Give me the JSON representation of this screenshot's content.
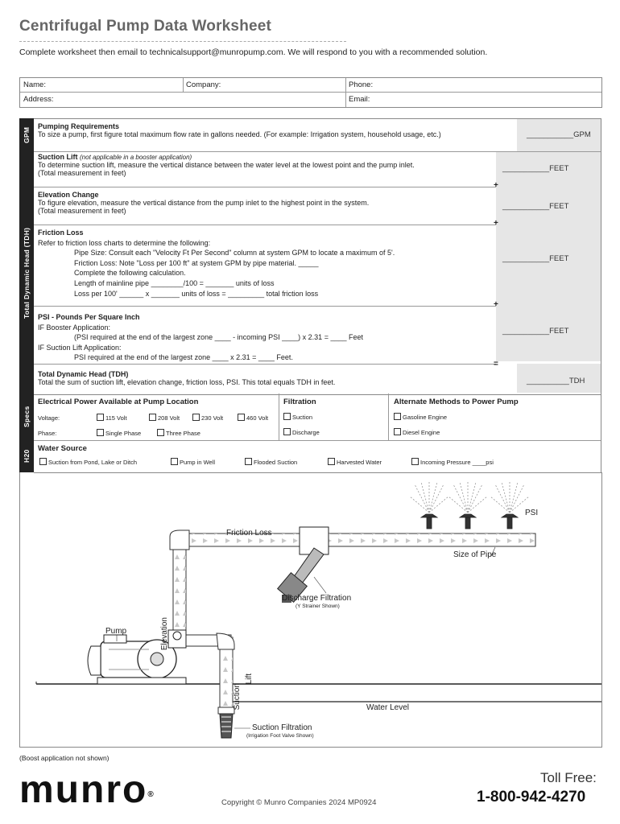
{
  "header": {
    "title": "Centrifugal Pump Data Worksheet",
    "intro": "Complete worksheet then email to technicalsupport@munropump.com. We will respond to you with a recommended solution."
  },
  "contact": {
    "name": "Name:",
    "company": "Company:",
    "phone": "Phone:",
    "address": "Address:",
    "email": "Email:"
  },
  "tabs": {
    "gpm": "GPM",
    "tdh": "Total Dynamic Head (TDH)",
    "specs": "Specs",
    "h2o": "H20"
  },
  "pumping": {
    "title": "Pumping Requirements",
    "text": "To size a pump, first figure total maximum flow rate in gallons needed. (For example: Irrigation system, household usage, etc.)",
    "answer": "___________GPM"
  },
  "suction": {
    "title": "Suction Lift",
    "note": "(not applicable in a booster application)",
    "line1": "To determine suction lift, measure the vertical distance between the water level at the lowest point and the pump inlet.",
    "line2": "(Total measurement in feet)",
    "answer": "___________FEET"
  },
  "elevation": {
    "title": "Elevation Change",
    "line1": "To figure elevation, measure the vertical distance from the pump inlet to the highest point in the system.",
    "line2": "(Total measurement in feet)",
    "answer": "___________FEET"
  },
  "friction": {
    "title": "Friction Loss",
    "line1": "Refer to friction loss charts to determine the following:",
    "line2": "Pipe Size: Consult each \"Velocity Ft Per Second\" column at system GPM to locate a maximum of 5'.",
    "line3": "Friction Loss: Note \"Loss per 100 ft\" at system GPM by pipe material. _____",
    "line4": "Complete the following calculation.",
    "line5": "Length of mainline pipe ________/100 = _______ units of loss",
    "line6": "Loss per 100' ______ x _______ units of loss = _________ total friction loss",
    "answer": "___________FEET"
  },
  "psi": {
    "title": "PSI - Pounds Per Square Inch",
    "line1": "IF Booster Application:",
    "line2": "(PSI required at the end of the largest zone ____ - incoming PSI ____) x 2.31 = ____ Feet",
    "line3": "IF Suction Lift Application:",
    "line4": "PSI required at the end of the largest zone ____ x 2.31 = ____ Feet.",
    "answer": "___________FEET"
  },
  "tdh": {
    "title": "Total Dynamic Head (TDH)",
    "text": "Total the sum of suction lift, elevation change, friction loss, PSI. This total equals TDH in feet.",
    "answer": "__________TDH"
  },
  "symbols": {
    "plus": "+",
    "equals": "="
  },
  "specs": {
    "electrical_title": "Electrical Power Available at Pump Location",
    "voltage_label": "Voltage:",
    "voltage_options": [
      "115 Volt",
      "208 Volt",
      "230 Volt",
      "460 Volt"
    ],
    "phase_label": "Phase:",
    "phase_options": [
      "Single Phase",
      "Three Phase"
    ],
    "filtration_title": "Filtration",
    "filtration_options": [
      "Suction",
      "Discharge"
    ],
    "alternate_title": "Alternate Methods to Power Pump",
    "alternate_options": [
      "Gasoline Engine",
      "Diesel Engine"
    ]
  },
  "water": {
    "title": "Water Source",
    "options": [
      "Suction from Pond, Lake or Ditch",
      "Pump in Well",
      "Flooded Suction",
      "Harvested Water",
      "Incoming Pressure ____psi"
    ]
  },
  "diagram": {
    "psi": "PSI",
    "friction_loss": "Friction Loss",
    "size_of_pipe": "Size of Pipe",
    "elevation": "Elevation",
    "discharge_filtration": "Discharge Filtration",
    "y_strainer": "(Y Strainer Shown)",
    "pump": "Pump",
    "suction": "Suction",
    "lift": "Lift",
    "water_level": "Water Level",
    "suction_filtration": "Suction Filtration",
    "foot_valve": "(Irrigation Foot Valve Shown)"
  },
  "footer": {
    "boost_note": "(Boost application not shown)",
    "logo": "munro",
    "copyright": "Copyright © Munro Companies 2024  MP0924",
    "toll_free_label": "Toll Free:",
    "phone": "1-800-942-4270"
  }
}
